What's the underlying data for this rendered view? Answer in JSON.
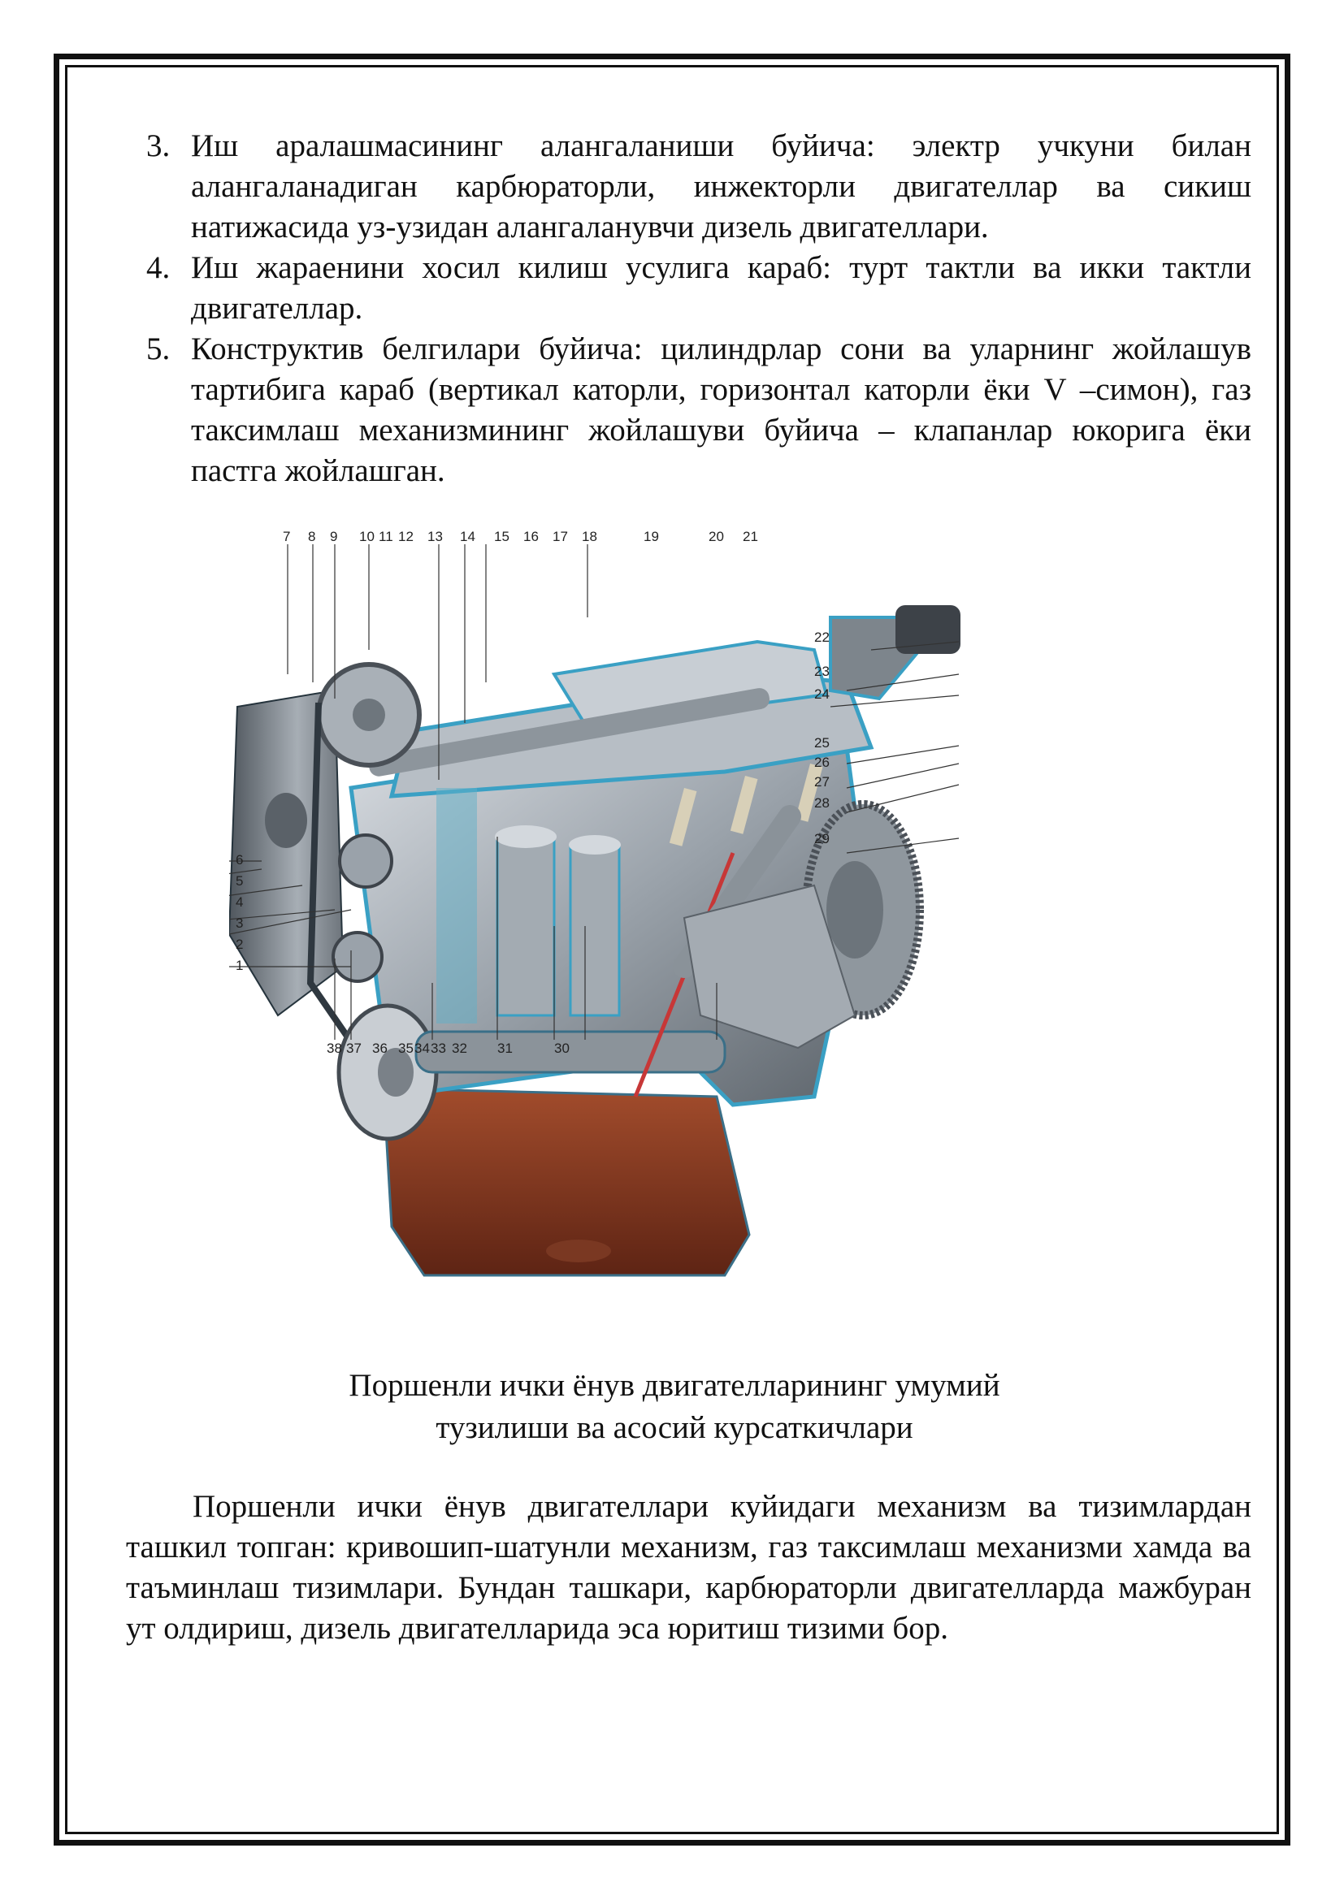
{
  "list_items": [
    {
      "number": "3.",
      "text": "Иш аралашмасининг алангаланиши буйича: электр учкуни билан алангаланадиган карбюраторли, инжекторли двигателлар ва сикиш натижасида уз-узидан алангаланувчи дизель двигателлари."
    },
    {
      "number": "4.",
      "text": "Иш жараенини хосил килиш усулига караб: турт тактли ва икки тактли двигателлар."
    },
    {
      "number": "5.",
      "text": "Конструктив белгилари буйича: цилиндрлар сони ва уларнинг жойлашув тартибига караб (вертикал каторли, горизонтал каторли ёки V –симон), газ таксимлаш механизмининг жойлашуви буйича – клапанлар юкорига ёки пастга жойлашган."
    }
  ],
  "figure": {
    "top_labels": [
      "7",
      "8",
      "9",
      "10",
      "11",
      "12",
      "13",
      "14",
      "15",
      "16",
      "17",
      "18",
      "19",
      "20",
      "21"
    ],
    "right_labels": [
      "22",
      "23",
      "24",
      "25",
      "26",
      "27",
      "28",
      "29"
    ],
    "left_labels": [
      "6",
      "5",
      "4",
      "3",
      "2",
      "1"
    ],
    "bottom_labels": [
      "38",
      "37",
      "36",
      "35",
      "34",
      "33",
      "32",
      "31",
      "30"
    ]
  },
  "caption": {
    "line1": "Поршенли ички ёнув двигателларининг умумий",
    "line2": "тузилиши ва асосий курсаткичлари"
  },
  "paragraph": "Поршенли ички ёнув двигателлари куйидаги механизм ва тизимлардан ташкил топган: кривошип-шатунли механизм, газ таксимлаш механизми хамда ва таъминлаш тизимлари. Бундан ташкари, карбюраторли двигателларда мажбуран ут олдириш, дизель двигателларида эса юритиш тизими бор."
}
